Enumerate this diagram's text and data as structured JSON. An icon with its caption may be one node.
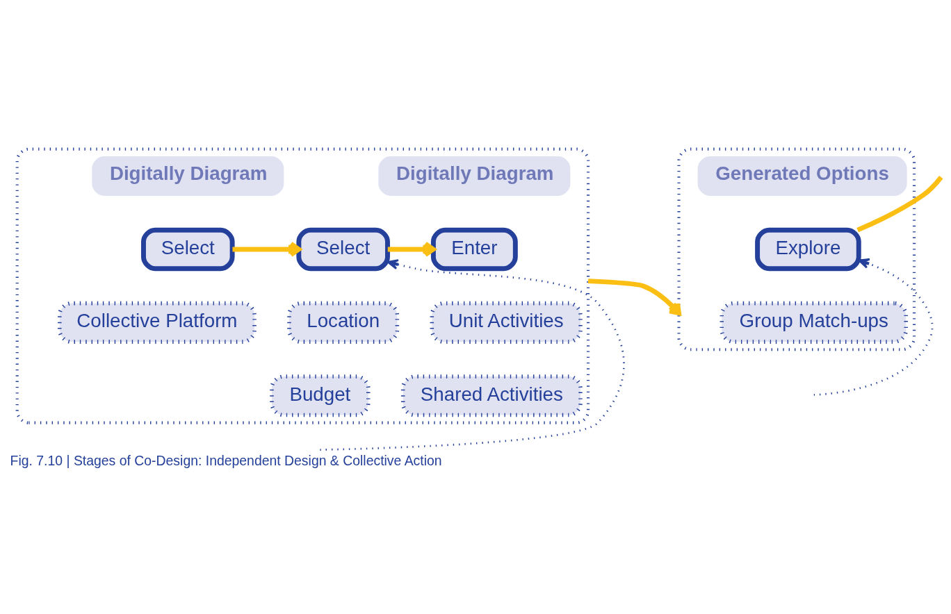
{
  "diagram": {
    "caption": "Fig. 7.10 | Stages of Co-Design: Independent Design & Collective Action",
    "nodes": [
      {
        "text": [],
        "shape": "box"
      },
      {
        "text": [
          "Digitally Diagram"
        ],
        "in": 0
      },
      {
        "text": [
          "Digitally Diagram"
        ],
        "in": 0
      },
      {
        "text": [
          "Select"
        ],
        "in": 0
      },
      {
        "text": [
          "Select"
        ],
        "in": 0
      },
      {
        "text": [
          "Enter"
        ],
        "in": 0
      },
      {
        "text": [
          "Collective Platform"
        ],
        "in": 0
      },
      {
        "text": [
          "Location"
        ],
        "in": 0
      },
      {
        "text": [
          "Unit Activities"
        ],
        "in": 0
      },
      {
        "text": [
          "Budget"
        ],
        "in": 0
      },
      {
        "text": [
          "Shared Activities"
        ],
        "in": 0
      },
      {
        "text": [],
        "shape": "box"
      },
      {
        "text": [
          "Generated Options"
        ],
        "in": 11
      },
      {
        "text": [
          "Explore"
        ],
        "in": 11
      },
      {
        "text": [
          "Group Match-ups"
        ],
        "in": 11
      }
    ],
    "edges": [
      {
        "from": 3,
        "to": 4,
        "arrow": "to"
      },
      {
        "from": 4,
        "to": 5,
        "arrow": "to"
      },
      {
        "from": 0,
        "to": 11,
        "arrow": "to"
      },
      {
        "from": null,
        "to": 4,
        "arrow": "to",
        "style": "dashed",
        "color": "#24409a"
      },
      {
        "from": null,
        "to": 13,
        "arrow": "to",
        "style": "dashed",
        "color": "#24409a"
      },
      {
        "from": 13,
        "to": null,
        "arrow": "none"
      }
    ]
  }
}
